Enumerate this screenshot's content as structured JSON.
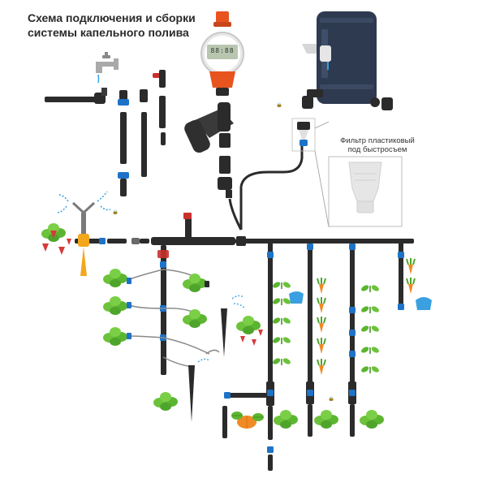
{
  "title": {
    "line1": "Схема подключения и сборки",
    "line2": "системы капельного полива"
  },
  "filter_callout": {
    "line1": "Фильтр пластиковый",
    "line2": "под быстросъем"
  },
  "timer": {
    "display": "88:88"
  },
  "colors": {
    "pipe": "#2b2b2b",
    "connector_blue": "#1e73c8",
    "timer_orange": "#e8541e",
    "tank": "#2e3a4f",
    "leaf": "#5cb531",
    "carrot": "#f08a24",
    "strawberry": "#d63a3a",
    "water": "#3aa0e0",
    "valve_red": "#c8302c"
  },
  "icons": [
    "faucet-icon",
    "timer-icon",
    "tank-icon",
    "filter-icon",
    "sprinkler-icon",
    "strawberry-icon",
    "carrot-icon",
    "pumpkin-icon",
    "bee-icon",
    "watering-can-icon"
  ]
}
